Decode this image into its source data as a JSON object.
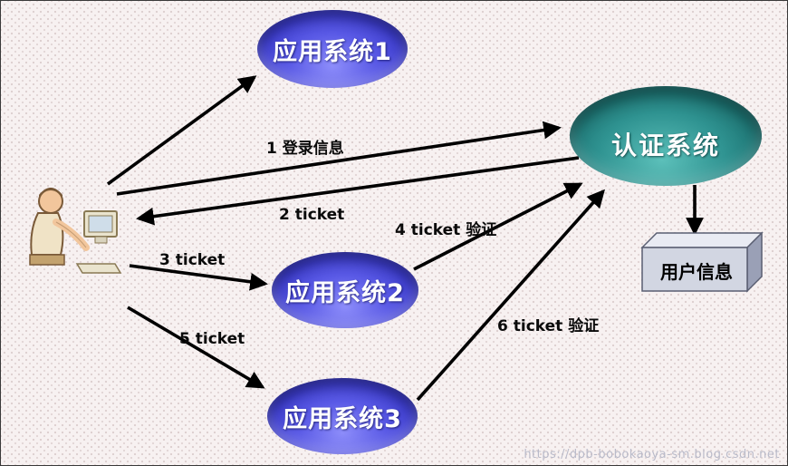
{
  "diagram": {
    "nodes": {
      "app1": {
        "label": "应用系统1"
      },
      "app2": {
        "label": "应用系统2"
      },
      "app3": {
        "label": "应用系统3"
      },
      "auth": {
        "label": "认证系统"
      },
      "userinfo": {
        "label": "用户信息"
      }
    },
    "edges": {
      "e1": {
        "label": "1 登录信息"
      },
      "e2": {
        "label": "2 ticket"
      },
      "e3": {
        "label": "3 ticket"
      },
      "e4": {
        "label": "4 ticket 验证"
      },
      "e5": {
        "label": "5 ticket"
      },
      "e6": {
        "label": "6 ticket 验证"
      }
    },
    "watermark": "https://dpb-bobokaoya-sm.blog.csdn.net",
    "colors": {
      "app_node": "#4646d8",
      "auth_node": "#1f7d7d",
      "arrow": "#000000",
      "background": "#f7f1f1"
    }
  }
}
